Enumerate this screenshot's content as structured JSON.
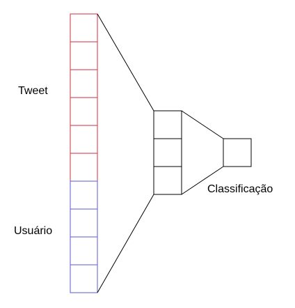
{
  "labels": {
    "tweet": "Tweet",
    "user": "Usuário",
    "classification": "Classificação"
  },
  "input_vector": {
    "tweet_cells": 6,
    "user_cells": 4,
    "tweet_color": "#d32f3c",
    "user_color": "#5a5ad6"
  },
  "hidden_layer": {
    "cells": 3
  },
  "output_layer": {
    "cells": 1
  },
  "line_color": "#000000"
}
